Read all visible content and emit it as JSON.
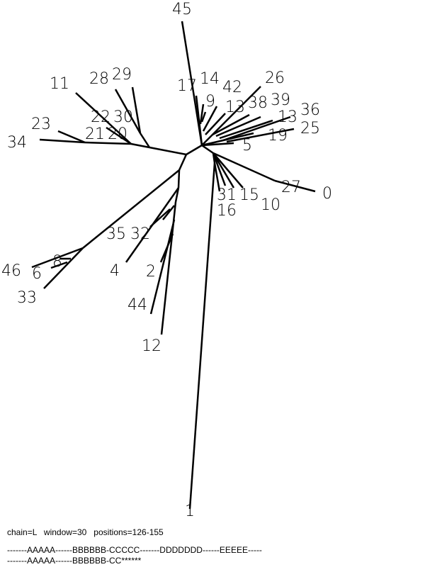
{
  "tree": {
    "labels": [
      "45",
      "17",
      "14",
      "9",
      "42",
      "13",
      "26",
      "38",
      "39",
      "13",
      "36",
      "25",
      "19",
      "5",
      "27",
      "0",
      "31",
      "15",
      "10",
      "16",
      "1",
      "12",
      "2",
      "44",
      "4",
      "35",
      "32",
      "28",
      "29",
      "11",
      "22",
      "21",
      "20",
      "30",
      "23",
      "34",
      "46",
      "6",
      "8",
      "33"
    ],
    "line_color": "#000000"
  },
  "footer": {
    "params": "chain=L   window=30   positions=126-155",
    "sequence_line_1": "-------AAAAA------BBBBBB-CCCCC-------DDDDDDD------EEEEE-----",
    "sequence_line_2": "-------AAAAA------BBBBBB-CC******"
  }
}
